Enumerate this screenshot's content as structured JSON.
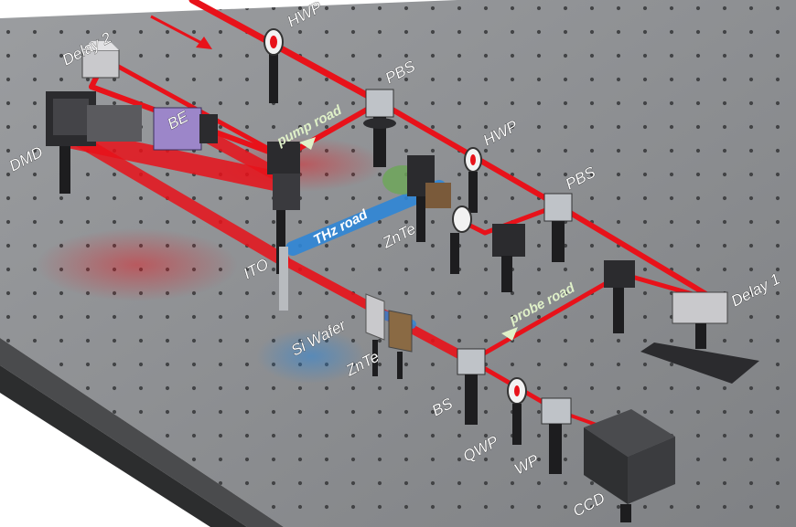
{
  "colors": {
    "table": "#8f9194",
    "table_edge": "#4a4b4d",
    "laser": "#e8121a",
    "thz": "#2f86d6",
    "road_label": "#dff0c8"
  },
  "labels": {
    "hwp_top": "HWP",
    "delay2": "Delay 2",
    "be": "BE",
    "dmd": "DMD",
    "pbs_top": "PBS",
    "pump_road": "pump road",
    "hwp_mid": "HWP",
    "pbs_mid": "PBS",
    "thz_road": "THz road",
    "znte_mid": "ZnTe",
    "ito": "ITO",
    "delay1": "Delay 1",
    "probe_road": "probe road",
    "si_wafer": "Si Wafer",
    "znte_bottom": "ZnTe",
    "bs": "BS",
    "qwp": "QWP",
    "wp": "WP",
    "ccd": "CCD"
  }
}
